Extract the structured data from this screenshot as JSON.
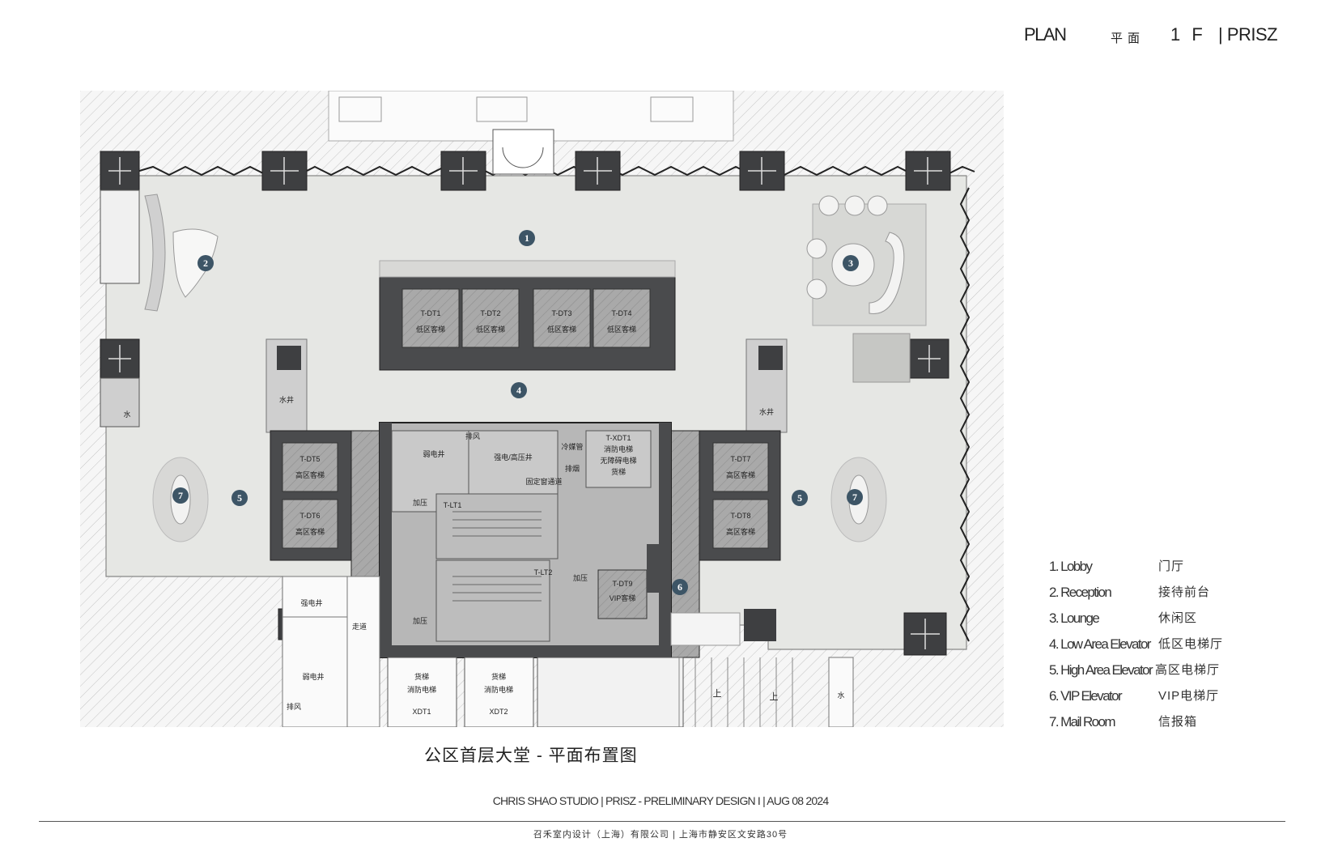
{
  "header": {
    "plan_label": "PLAN",
    "plan_cn": "平面",
    "floor": "1 F",
    "brand": "| PRISZ"
  },
  "plan": {
    "markers": [
      "1",
      "2",
      "3",
      "4",
      "5",
      "5",
      "6",
      "7",
      "7"
    ],
    "elevators_low": [
      {
        "code": "T-DT1",
        "label": "低区客梯"
      },
      {
        "code": "T-DT2",
        "label": "低区客梯"
      },
      {
        "code": "T-DT3",
        "label": "低区客梯"
      },
      {
        "code": "T-DT4",
        "label": "低区客梯"
      }
    ],
    "elevators_high": [
      {
        "code": "T-DT5",
        "label": "高区客梯"
      },
      {
        "code": "T-DT6",
        "label": "高区客梯"
      },
      {
        "code": "T-DT7",
        "label": "高区客梯"
      },
      {
        "code": "T-DT8",
        "label": "高区客梯"
      }
    ],
    "vip_elevator": {
      "code": "T-DT9",
      "label": "VIP客梯"
    },
    "fire_elevator": {
      "code": "T-XDT1",
      "line1": "消防电梯",
      "line2": "无障碍电梯",
      "line3": "货梯"
    },
    "rooms": {
      "weak_shaft": "弱电井",
      "exhaust": "排风",
      "strong_shaft": "强电/高压井",
      "cooling": "冷媒管",
      "exhaust_smoke": "排烟",
      "window": "固定窗通道",
      "pressurize": "加压",
      "stair1": "T-LT1",
      "stair2": "T-LT2",
      "water_shaft": "水井",
      "water": "水",
      "strong_shaft_b": "强电井",
      "weak_shaft_b": "弱电井",
      "corridor": "走道",
      "up": "上"
    },
    "bottom_elevators": [
      {
        "code": "XDT1",
        "line1": "货梯",
        "line2": "消防电梯"
      },
      {
        "code": "XDT2",
        "line1": "货梯",
        "line2": "消防电梯"
      }
    ]
  },
  "legend": [
    {
      "en": "1. Lobby",
      "cn": "门厅"
    },
    {
      "en": "2. Reception",
      "cn": "接待前台"
    },
    {
      "en": "3. Lounge",
      "cn": "休闲区"
    },
    {
      "en": "4. Low Area Elevator",
      "cn": "低区电梯厅"
    },
    {
      "en": "5. High Area Elevator",
      "cn": "高区电梯厅"
    },
    {
      "en": "6. VIP Elevator",
      "cn": "VIP电梯厅"
    },
    {
      "en": "7. Mail Room",
      "cn": "信报箱"
    }
  ],
  "caption": "公区首层大堂 - 平面布置图",
  "footer": {
    "line1": "CHRIS SHAO STUDIO    | PRISZ - PRELIMINARY DESIGN I | AUG 08 2024",
    "line2": "召禾室内设计（上海）有限公司   |  上海市静安区文安路30号"
  },
  "colors": {
    "floor": "#e4e5e2",
    "core": "#4a4b4d",
    "hatch": "#b8b8b8",
    "marker": "#3d5566"
  }
}
